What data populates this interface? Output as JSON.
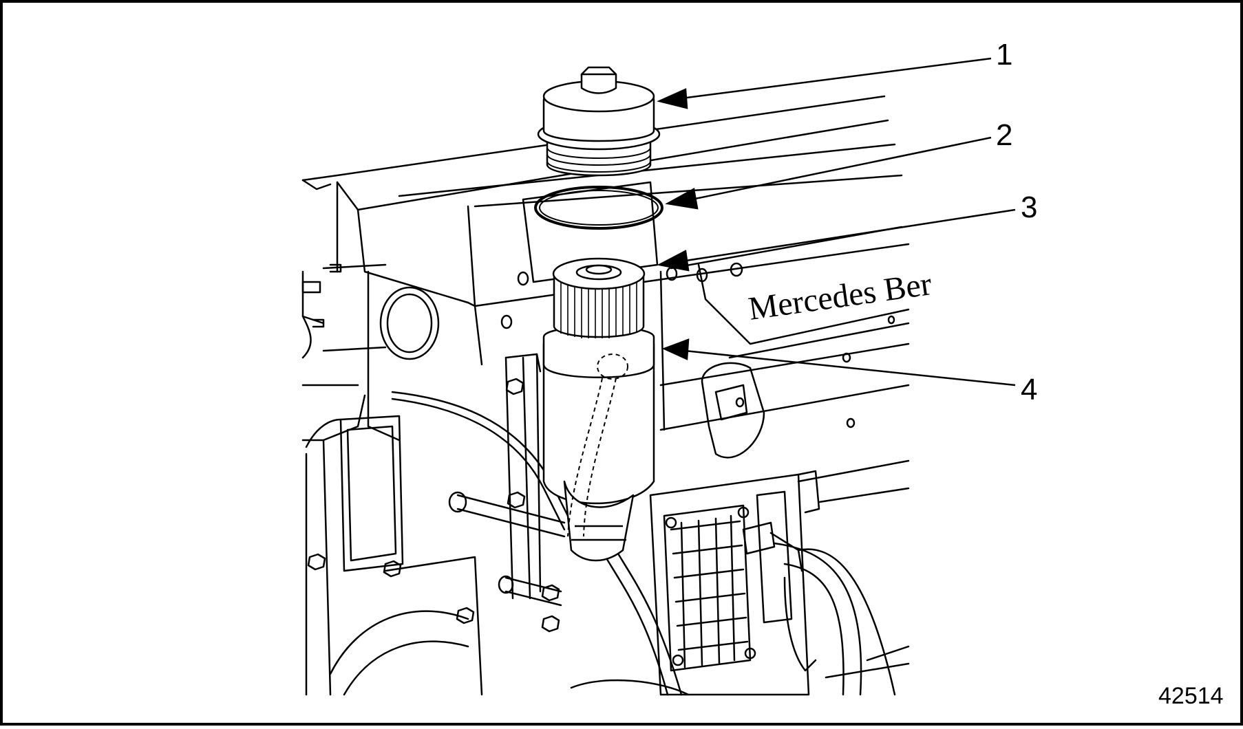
{
  "figure": {
    "figure_number": "42514",
    "brand_text": "Mercedes Ber",
    "callouts": [
      {
        "label": "1"
      },
      {
        "label": "2"
      },
      {
        "label": "3"
      },
      {
        "label": "4"
      }
    ],
    "colors": {
      "line": "#000000",
      "background": "#ffffff"
    }
  }
}
